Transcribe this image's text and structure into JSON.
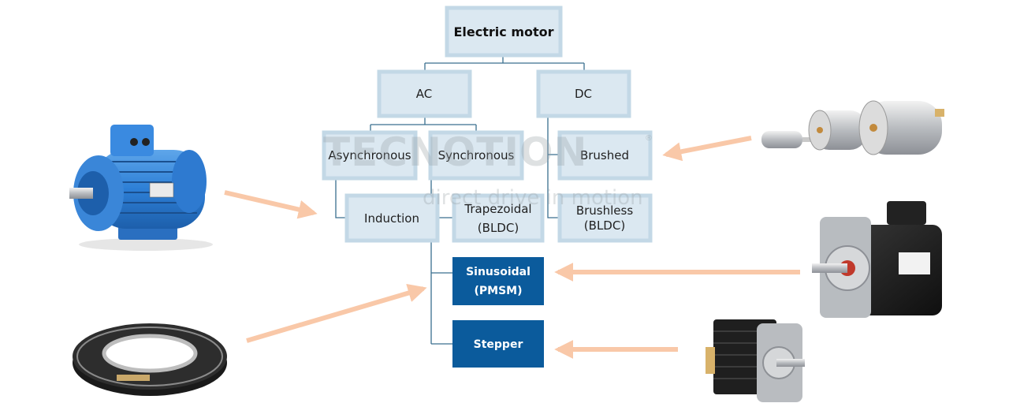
{
  "watermark": {
    "brand": "TECNOTION",
    "tagline": "direct drive in motion",
    "registered": "®"
  },
  "nodes": {
    "root": "Electric motor",
    "ac": "AC",
    "dc": "DC",
    "async": "Asynchronous",
    "sync": "Synchronous",
    "brushed": "Brushed",
    "induction": "Induction",
    "trap_line1": "Trapezoidal",
    "trap_line2": "(BLDC)",
    "brushless_line1": "Brushless",
    "brushless_line2": "(BLDC)",
    "sinus_line1": "Sinusoidal",
    "sinus_line2": "(PMSM)",
    "stepper": "Stepper"
  },
  "colors": {
    "box_fill": "#dbe8f1",
    "box_border": "#c3d8e6",
    "highlight_fill": "#0b5b9c",
    "connector": "#3a6f8f",
    "arrow": "#f9c8a8"
  },
  "images": [
    {
      "name": "blue-induction-motor-icon"
    },
    {
      "name": "torque-ring-motor-icon"
    },
    {
      "name": "brushed-dc-motors-icon"
    },
    {
      "name": "servo-motor-icon"
    },
    {
      "name": "stepper-motor-icon"
    }
  ]
}
